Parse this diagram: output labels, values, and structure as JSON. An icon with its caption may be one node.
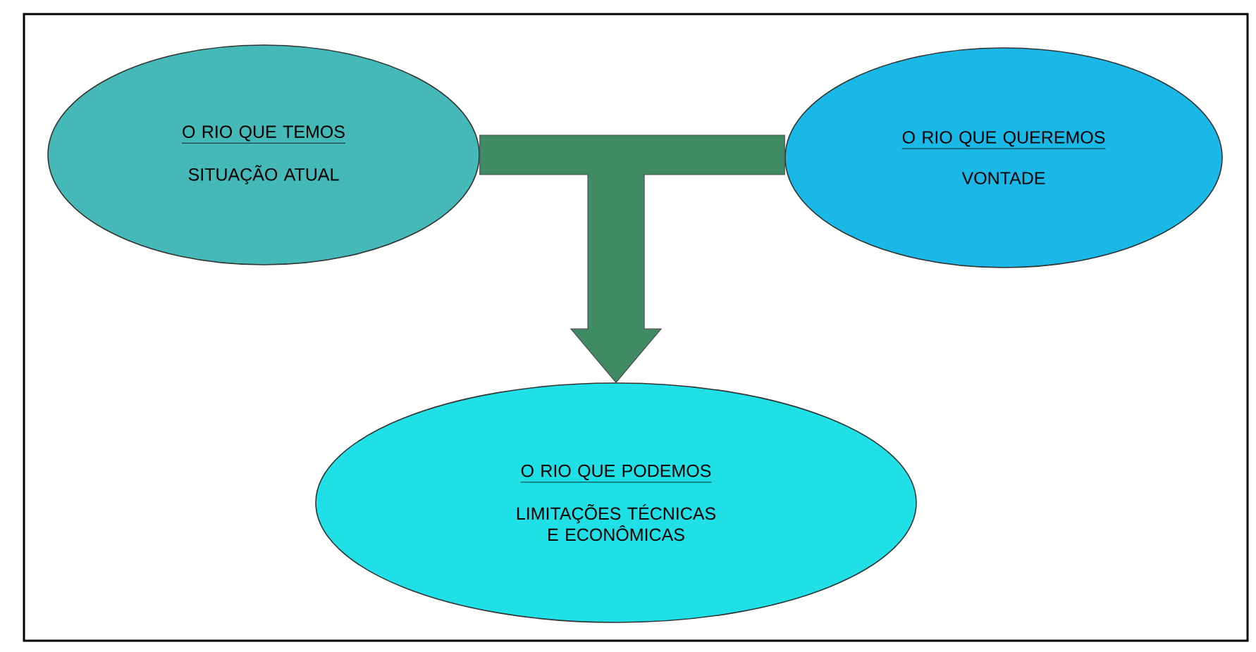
{
  "diagram": {
    "nodes": [
      {
        "text": [
          "O RIO QUE TEMOS",
          "SITUAÇÃO ATUAL"
        ]
      },
      {
        "text": [
          "O RIO QUE QUEREMOS",
          "VONTADE"
        ]
      },
      {
        "text": [
          "O RIO QUE PODEMOS",
          "LIMITAÇÕES TÉCNICAS E ECONÔMICAS"
        ]
      }
    ],
    "edges": [
      {
        "from": 0,
        "to": 2,
        "arrow": "to"
      },
      {
        "from": 1,
        "to": 2,
        "arrow": "to"
      }
    ]
  }
}
